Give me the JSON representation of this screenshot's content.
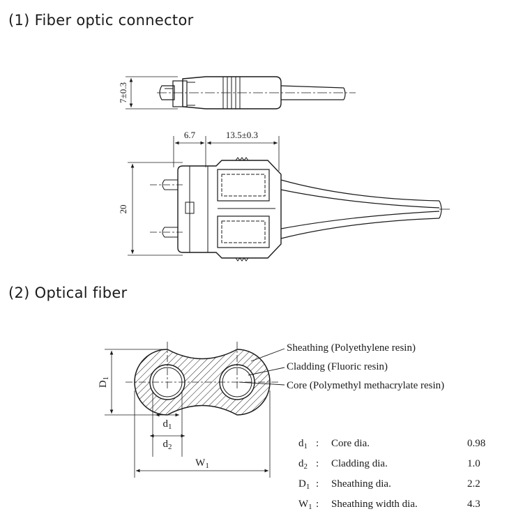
{
  "section1": {
    "title": "(1) Fiber optic connector"
  },
  "section2": {
    "title": "(2) Optical fiber"
  },
  "connector_dims": {
    "side_height": "7±0.3",
    "front_width": "6.7",
    "body_width": "13.5±0.3",
    "overall_height": "20"
  },
  "fiber_labels": {
    "sheathing": "Sheathing (Polyethylene resin)",
    "cladding": "Cladding (Fluoric resin)",
    "core": "Core (Polymethyl methacrylate resin)"
  },
  "fiber_dims": {
    "D1": {
      "base": "D",
      "sub": "1"
    },
    "d1": {
      "base": "d",
      "sub": "1"
    },
    "d2": {
      "base": "d",
      "sub": "2"
    },
    "W1": {
      "base": "W",
      "sub": "1"
    }
  },
  "legend": [
    {
      "base": "d",
      "sub": "1",
      "colon": ":",
      "desc": "Core dia.",
      "value": "0.98"
    },
    {
      "base": "d",
      "sub": "2",
      "colon": ":",
      "desc": "Cladding dia.",
      "value": "1.0"
    },
    {
      "base": "D",
      "sub": "1",
      "colon": ":",
      "desc": "Sheathing dia.",
      "value": "2.2"
    },
    {
      "base": "W",
      "sub": "1",
      "colon": ":",
      "desc": "Sheathing width dia.",
      "value": "4.3"
    }
  ]
}
